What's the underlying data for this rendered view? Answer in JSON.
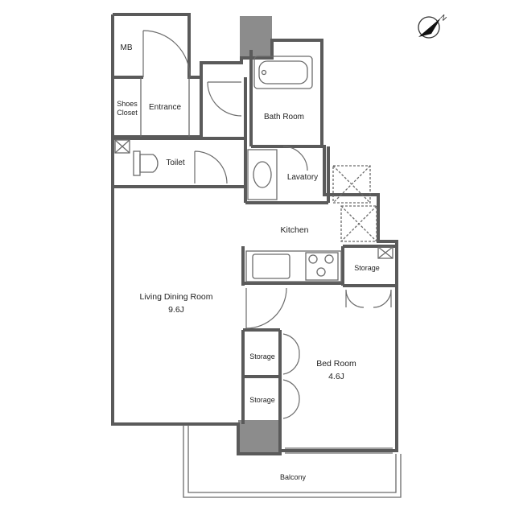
{
  "rooms": {
    "mb": "MB",
    "shoes_line1": "Shoes",
    "shoes_line2": "Closet",
    "entrance": "Entrance",
    "bath": "Bath Room",
    "toilet": "Toilet",
    "lavatory": "Lavatory",
    "kitchen": "Kitchen",
    "storage_kitchen": "Storage",
    "living_name": "Living Dining Room",
    "living_size": "9.6J",
    "storage_upper": "Storage",
    "storage_lower": "Storage",
    "bedroom_name": "Bed Room",
    "bedroom_size": "4.6J",
    "balcony": "Balcony"
  },
  "compass": {
    "label": "N",
    "icon": "north-arrow-icon"
  },
  "colors": {
    "wall": "#5a5a5a",
    "column": "#8c8c8c",
    "background": "#ffffff"
  }
}
